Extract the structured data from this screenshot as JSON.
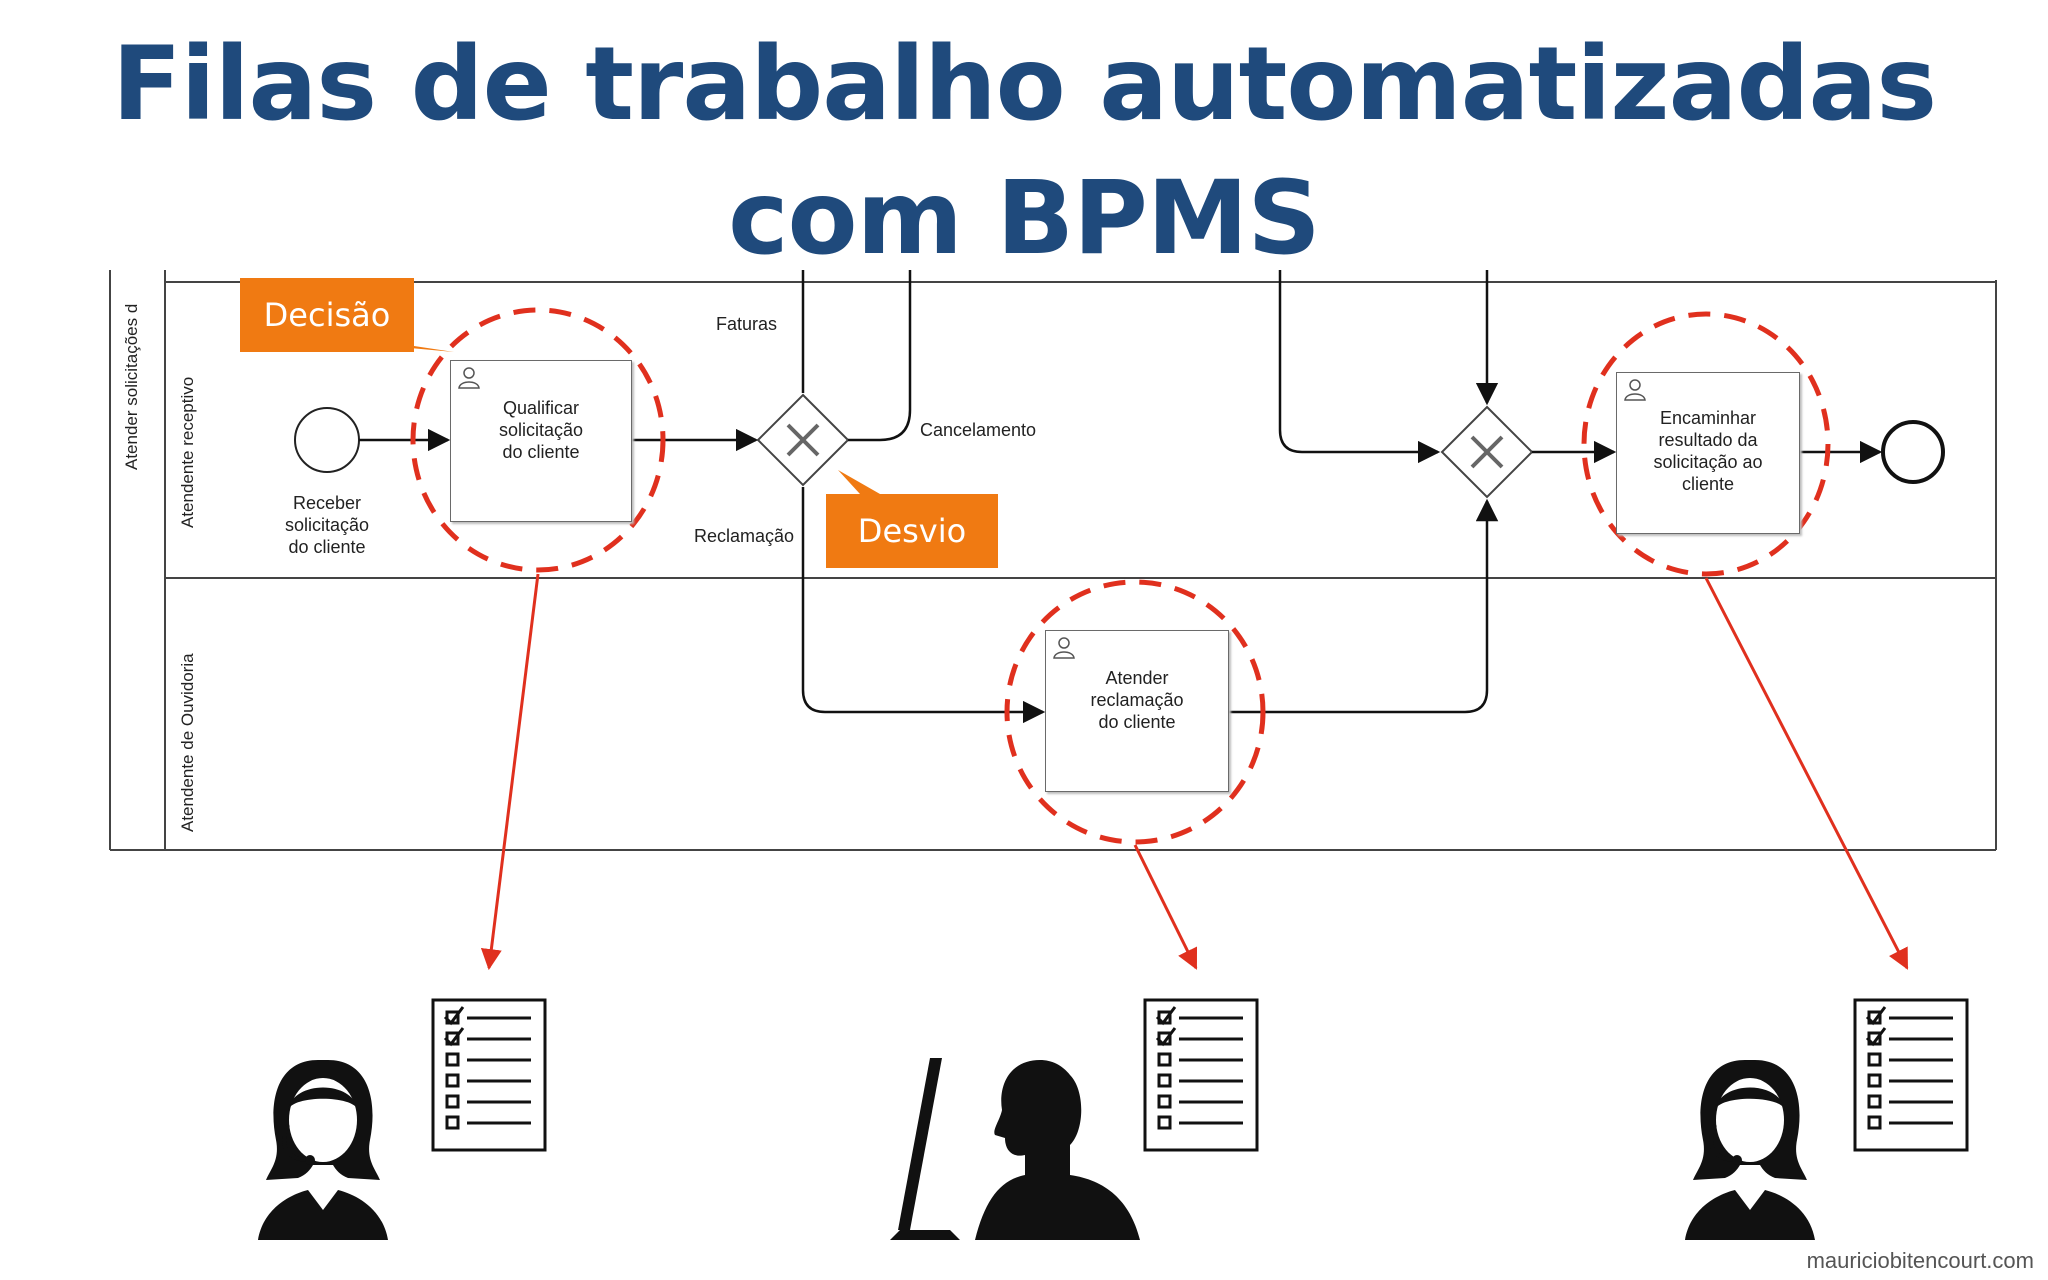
{
  "title": {
    "line1": "Filas de trabalho automatizadas",
    "line2": "com BPMS"
  },
  "pool": {
    "label": "Atender solicitações d"
  },
  "lanes": [
    {
      "label": "Atendente receptivo"
    },
    {
      "label": "Atendente de Ouvidoria"
    }
  ],
  "start_event": {
    "label_lines": [
      "Receber",
      "solicitação",
      "do cliente"
    ]
  },
  "tasks": [
    {
      "lines": [
        "Qualificar",
        "solicitação",
        "do cliente"
      ],
      "icon": "user-icon"
    },
    {
      "lines": [
        "Atender",
        "reclamação",
        "do cliente"
      ],
      "icon": "user-icon"
    },
    {
      "lines": [
        "Encaminhar",
        "resultado da",
        "solicitação ao",
        "cliente"
      ],
      "icon": "user-icon"
    }
  ],
  "flows": {
    "faturas": "Faturas",
    "cancelamento": "Cancelamento",
    "reclamacao": "Reclamação"
  },
  "callouts": {
    "decisao": "Decisão",
    "desvio": "Desvio"
  },
  "highlight_color": "#e0301e",
  "callout_color": "#f07a12",
  "title_color": "#1f4a7c",
  "workers": [
    {
      "icon": "female-agent-headset-icon"
    },
    {
      "icon": "male-computer-user-icon"
    },
    {
      "icon": "female-agent-headset-icon"
    }
  ],
  "footer": "mauriciobitencourt.com"
}
